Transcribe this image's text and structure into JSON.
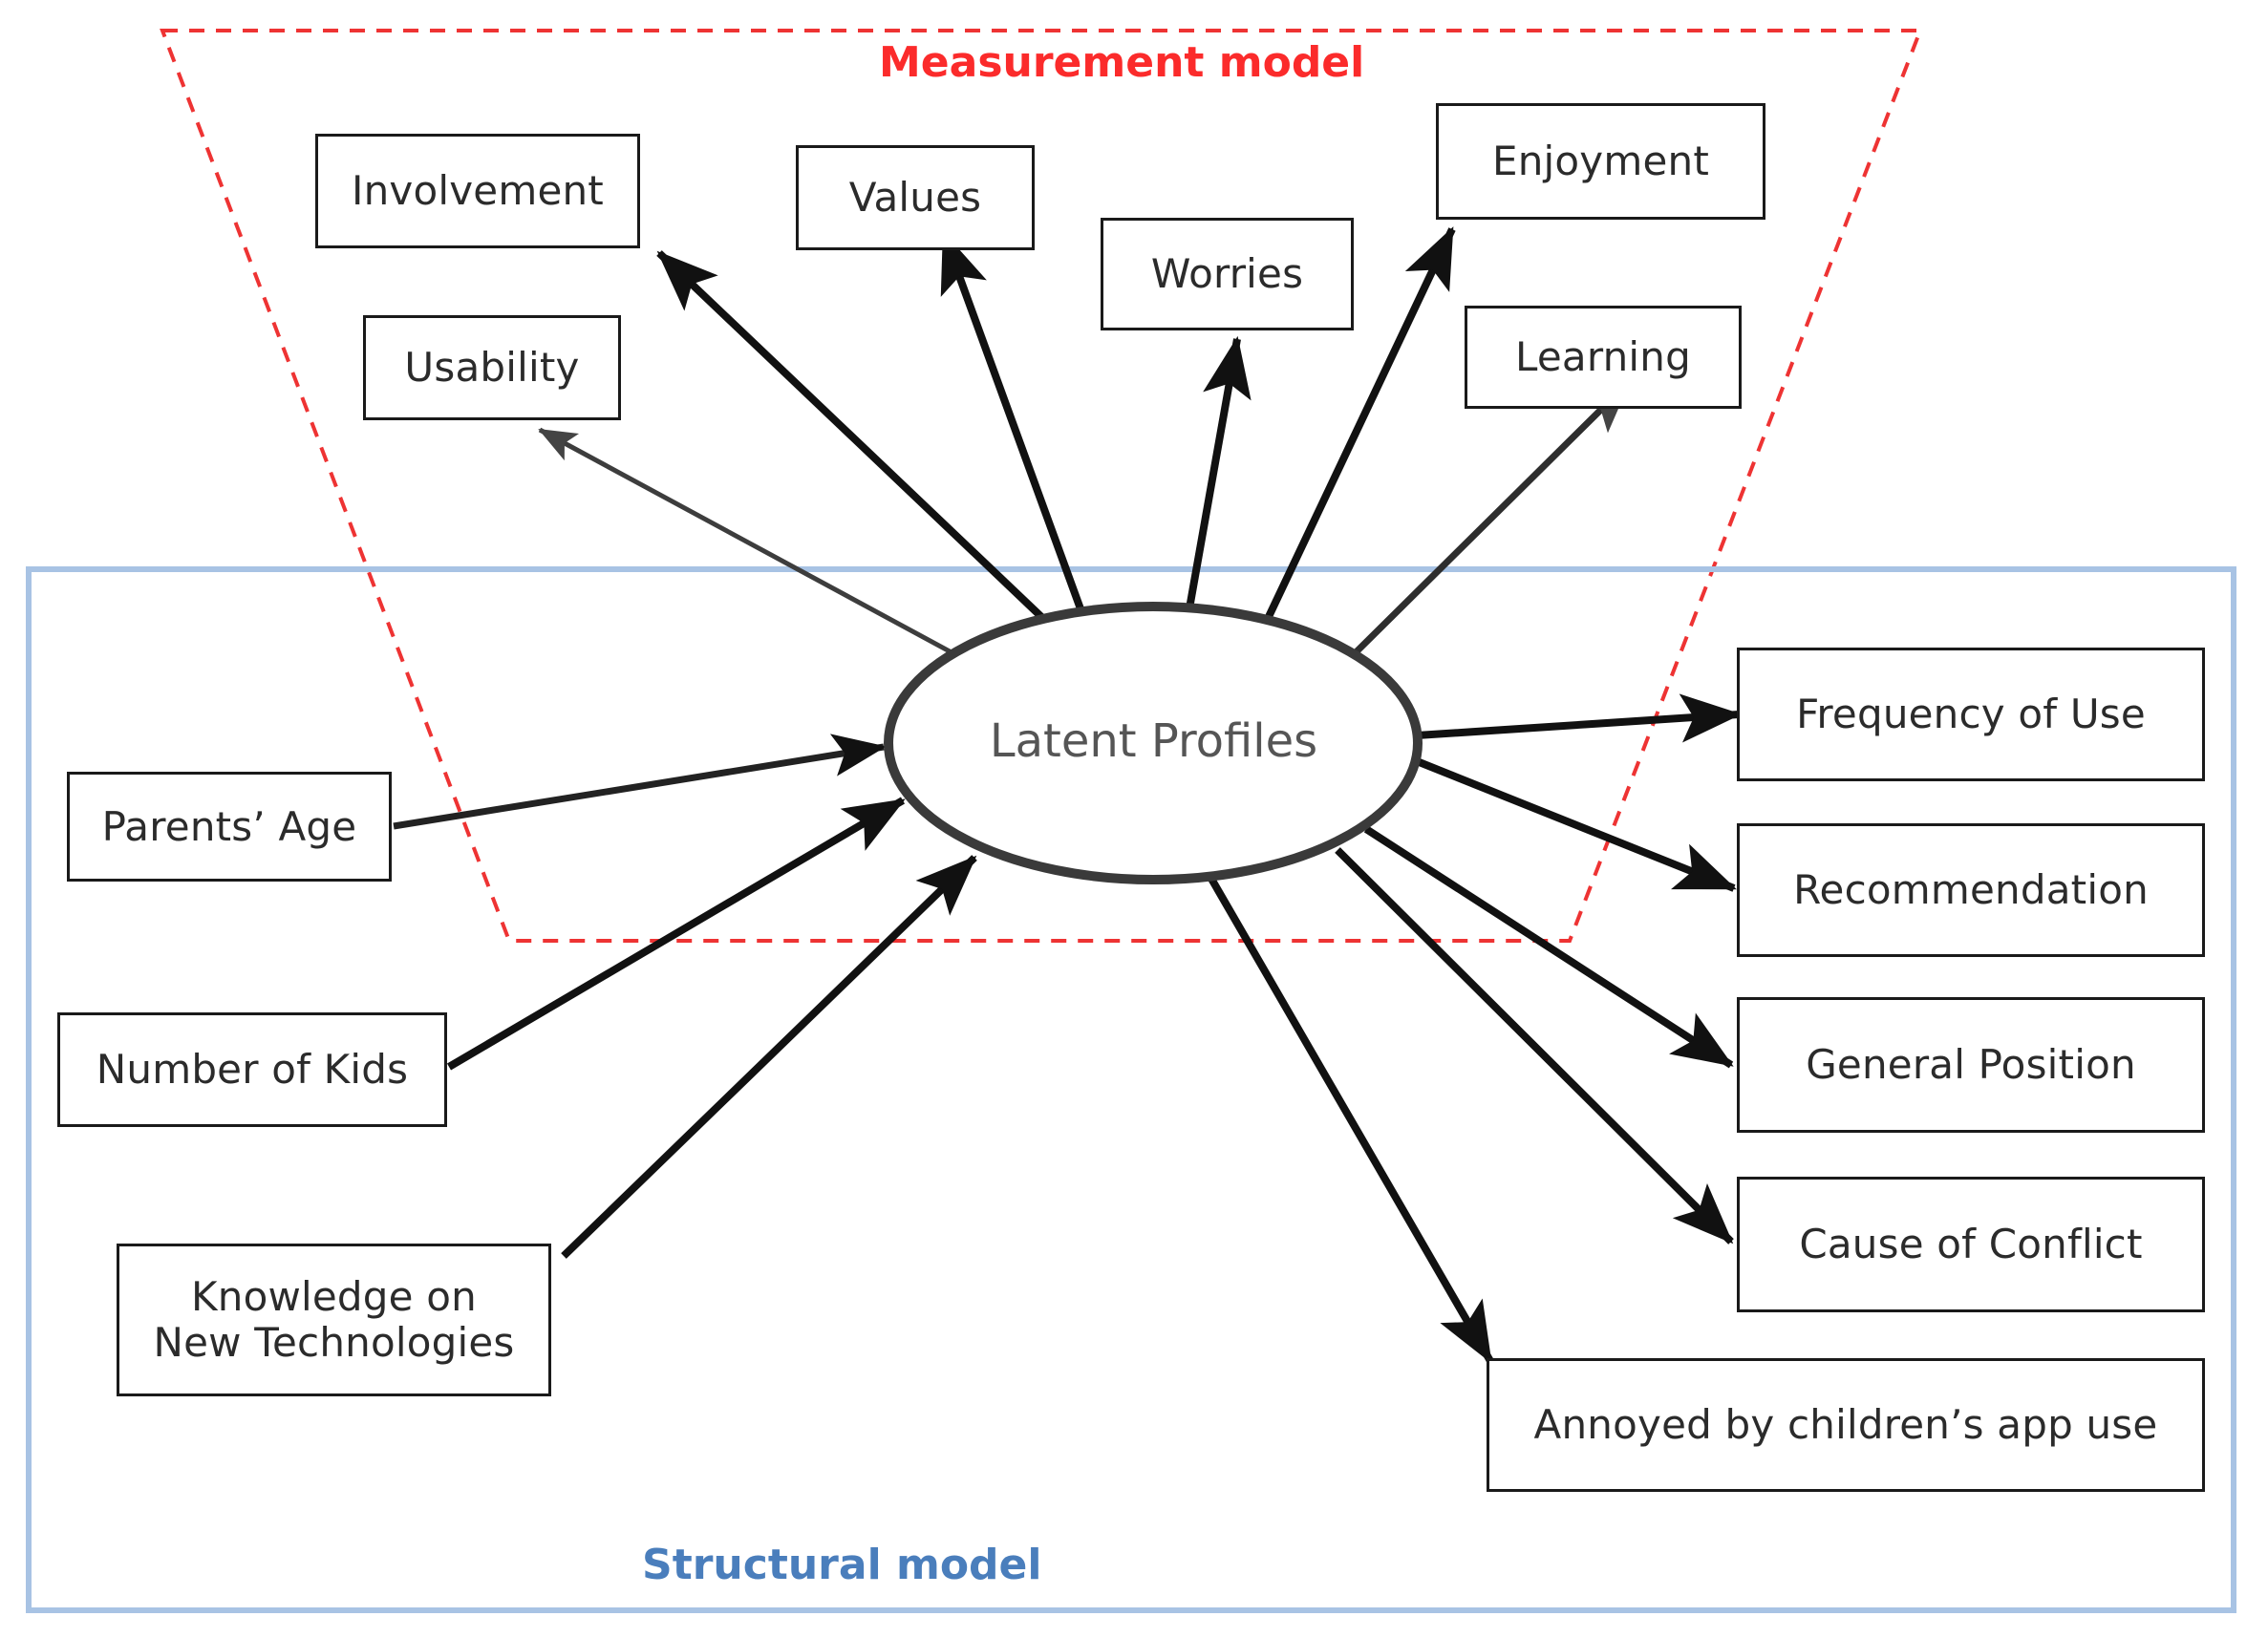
{
  "diagram": {
    "title_regions": {
      "measurement": {
        "label": "Measurement model",
        "color": "#fb2b2b",
        "style": "dashed-trapezoid"
      },
      "structural": {
        "label": "Structural model",
        "color": "#4a7ebc",
        "style": "solid-rectangle"
      }
    },
    "latent": {
      "label": "Latent Profiles",
      "shape": "ellipse",
      "border_color": "#3a3a3a",
      "text_color": "#555555"
    },
    "measurement_indicators": [
      {
        "id": "involvement",
        "label": "Involvement"
      },
      {
        "id": "usability",
        "label": "Usability"
      },
      {
        "id": "values",
        "label": "Values"
      },
      {
        "id": "worries",
        "label": "Worries"
      },
      {
        "id": "enjoyment",
        "label": "Enjoyment"
      },
      {
        "id": "learning",
        "label": "Learning"
      }
    ],
    "predictors": [
      {
        "id": "parents-age",
        "label": "Parents’ Age"
      },
      {
        "id": "number-of-kids",
        "label": "Number of Kids"
      },
      {
        "id": "knowledge-tech",
        "label": "Knowledge on\nNew Technologies"
      }
    ],
    "outcomes": [
      {
        "id": "frequency-of-use",
        "label": "Frequency of Use"
      },
      {
        "id": "recommendation",
        "label": "Recommendation"
      },
      {
        "id": "general-position",
        "label": "General Position"
      },
      {
        "id": "cause-of-conflict",
        "label": "Cause of Conflict"
      },
      {
        "id": "annoyed-app-use",
        "label": "Annoyed by children’s app use"
      }
    ]
  }
}
